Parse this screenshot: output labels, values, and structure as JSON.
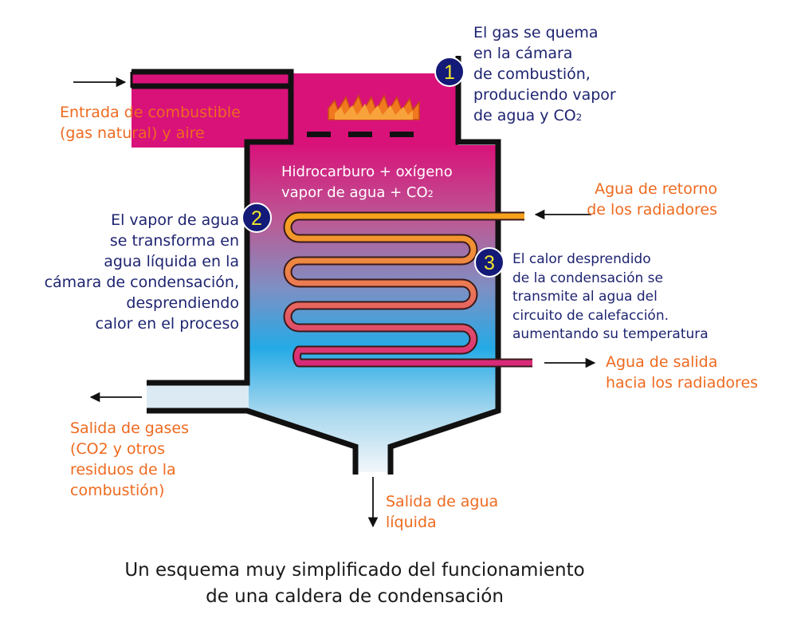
{
  "colors": {
    "navy_text": "#1e2470",
    "orange_text": "#ee6a1f",
    "chamber_top": "#d9127a",
    "chamber_bottom": "#f2f6fa",
    "marker_fill": "#131a78",
    "marker_number": "#f1e62a",
    "outline": "#111111"
  },
  "markers": [
    "1",
    "2",
    "3"
  ],
  "step1": {
    "lines": [
      "El gas se quema",
      "en la cámara",
      "de combustión,",
      "produciendo vapor"
    ],
    "last": "de agua y CO",
    "last_sub": "2"
  },
  "step2": {
    "lines": [
      "El vapor de agua",
      "se transforma en",
      "agua líquida en la",
      "cámara de condensación,",
      "desprendiendo",
      "calor en el proceso"
    ]
  },
  "step3": {
    "lines": [
      "El calor desprendido",
      "de la condensación se",
      "transmite al agua del",
      "circuito de calefacción.",
      "aumentando su temperatura"
    ]
  },
  "reaction": {
    "line1": "Hidrocarburo + oxígeno",
    "line2": "vapor de agua + CO",
    "line2_sub": "2"
  },
  "labels": {
    "fuel_inlet": [
      "Entrada de combustible",
      "(gas natural) y aire"
    ],
    "return_water": [
      "Agua de retorno",
      "de los radiadores"
    ],
    "outlet_water": [
      "Agua de salida",
      "hacia los radiadores"
    ],
    "gas_exhaust": [
      "Salida de gases",
      "(CO2 y otros",
      "residuos de la",
      "combustión)"
    ],
    "liquid_outlet": [
      "Salida de agua",
      "líquida"
    ]
  },
  "caption": [
    "Un esquema muy simplificado del funcionamiento",
    "de una caldera de condensación"
  ]
}
